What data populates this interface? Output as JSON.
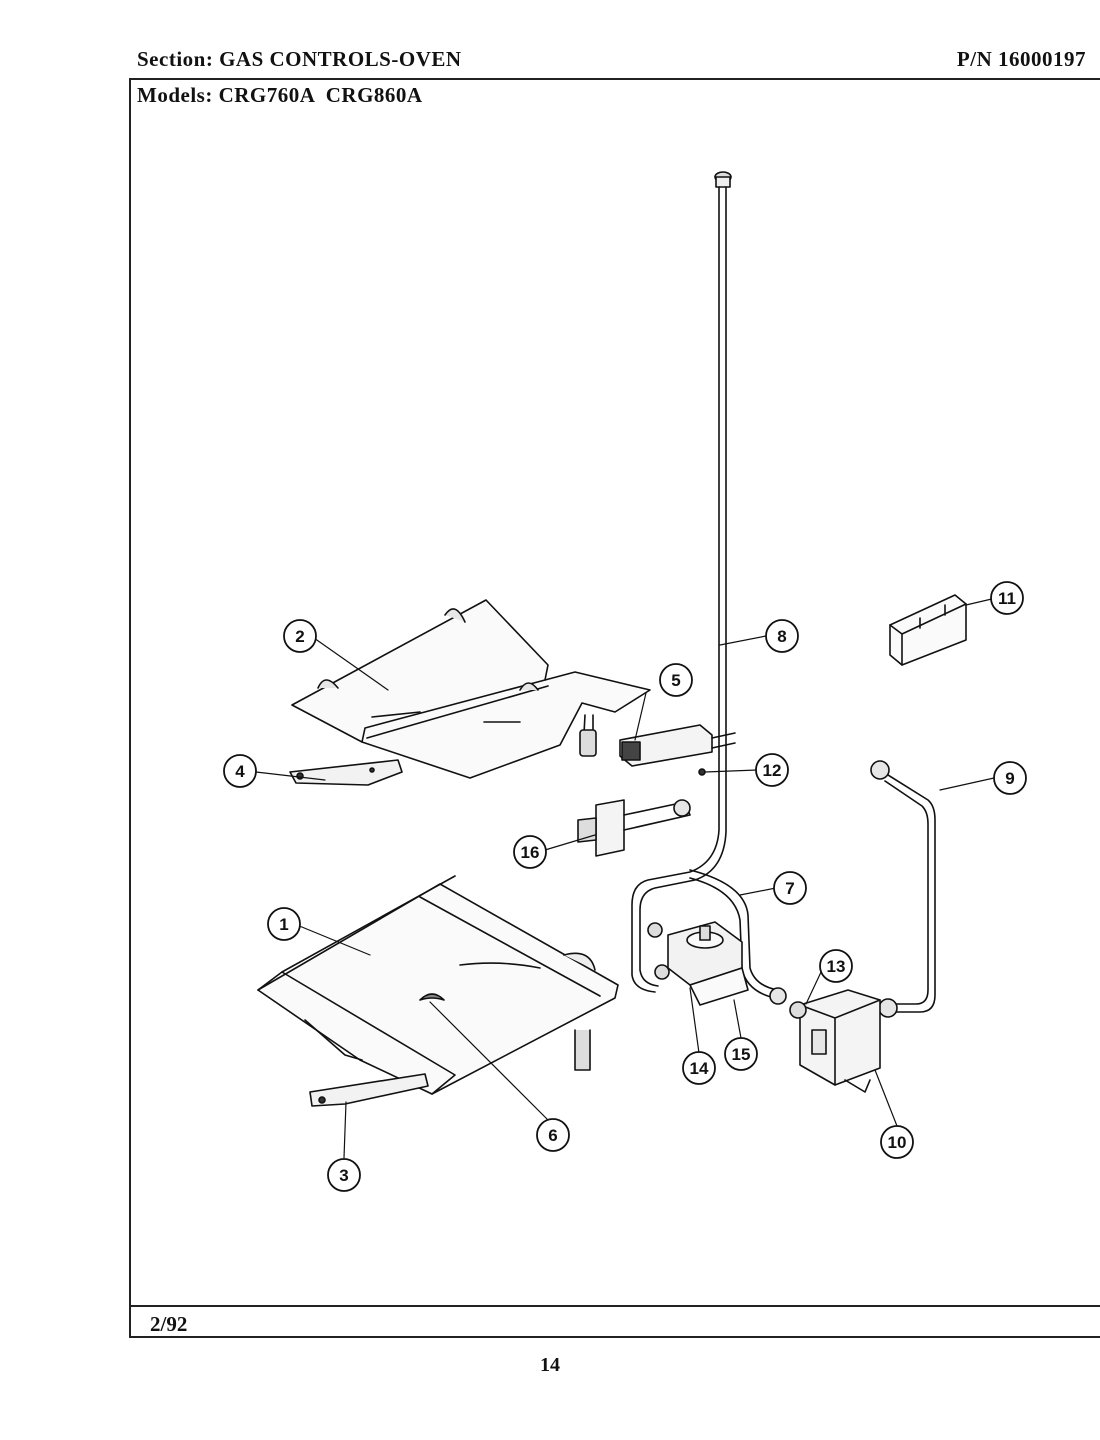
{
  "header": {
    "section_label": "Section:",
    "section_value": "GAS CONTROLS-OVEN",
    "pn_label": "P/N",
    "pn_value": "16000197",
    "models_label": "Models:",
    "models_value": "CRG760A  CRG860A"
  },
  "footer": {
    "date": "2/92",
    "page_number": "14"
  },
  "callouts": [
    "1",
    "2",
    "3",
    "4",
    "5",
    "6",
    "7",
    "8",
    "9",
    "10",
    "11",
    "12",
    "13",
    "14",
    "15",
    "16"
  ]
}
